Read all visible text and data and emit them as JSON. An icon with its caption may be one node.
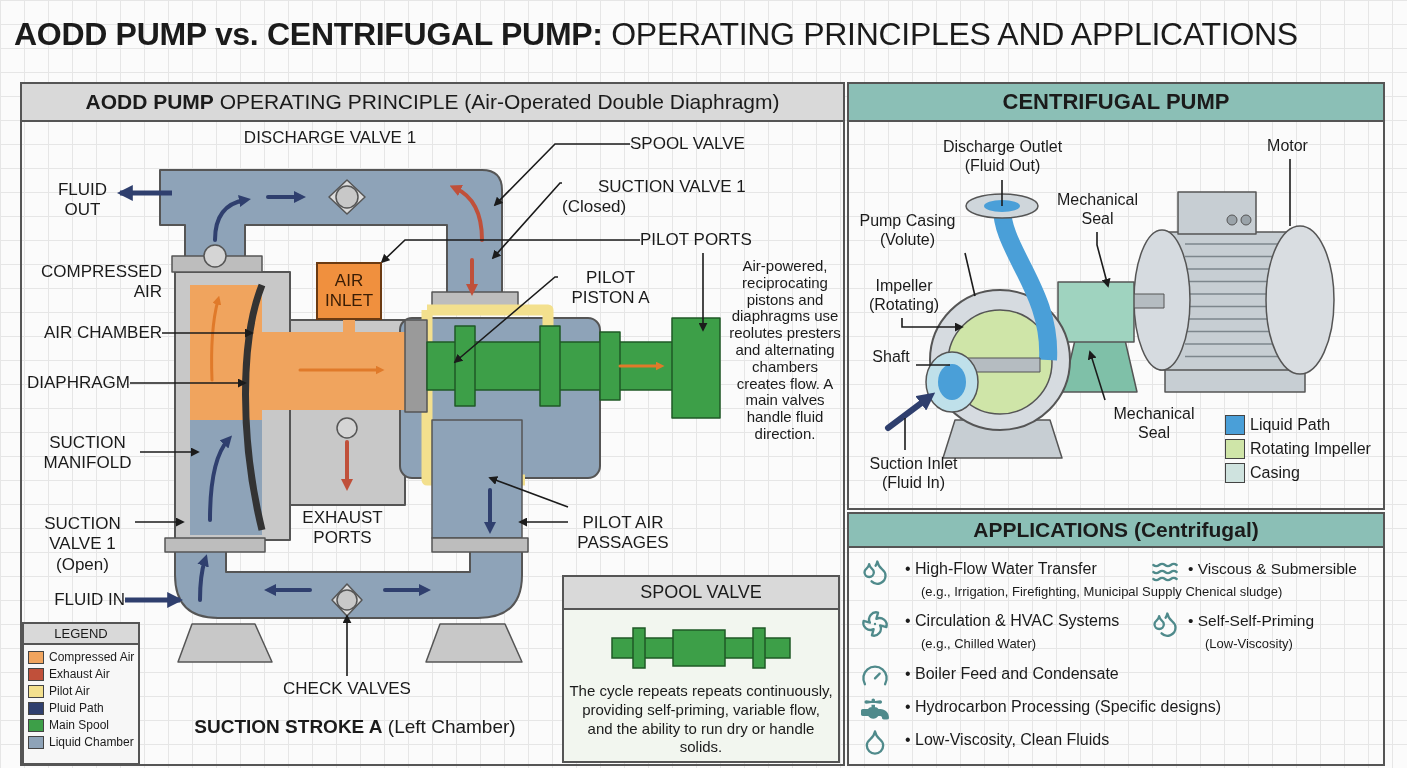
{
  "diagram": {
    "title": "**AODD PUMP vs. CENTRIFUGAL PUMP:** OPERATING PRINCIPLES AND APPLICATIONS",
    "nodes": [
      {
        "text": [
          "**AODD PUMP** OPERATING PRINCIPLE (Air-Operated Double Diaphragm)"
        ]
      },
      {
        "text": [
          "FLUID OUT"
        ],
        "in": 0
      },
      {
        "text": [
          "AIR CHAMBER"
        ],
        "in": 0
      },
      {
        "text": [
          "DIAPHRAGM"
        ],
        "in": 0
      },
      {
        "text": [
          "SUCTION MANIFOLD"
        ],
        "in": 0
      },
      {
        "text": [
          "SUCTION VALVE 1 (Open)"
        ],
        "in": 0
      },
      {
        "text": [
          "FLUID IN"
        ],
        "in": 0
      },
      {
        "text": [
          "SPOOL VALVE"
        ],
        "in": 0
      },
      {
        "text": [
          "SUCTION VALVE 1 (Closed)"
        ],
        "in": 0
      },
      {
        "text": [
          "PILOT PORTS"
        ],
        "in": 0
      },
      {
        "text": [
          "PILOT PISTON A"
        ],
        "in": 0
      },
      {
        "text": [
          "AIR INLET"
        ],
        "in": 0
      },
      {
        "text": [
          "PILOT AIR PASSAGES"
        ],
        "in": 0
      },
      {
        "text": [
          "CHECK VALVES"
        ],
        "in": 0
      },
      {
        "text": [
          "LEGEND"
        ],
        "in": 0
      },
      {
        "text": [
          "SPOOL VALVE",
          "The cycle repeats repeats continuously, providing self-priming, variable flow, and the ability to run dry or handle solids."
        ],
        "in": 0
      },
      {
        "text": [
          "CENTRIFUGAL PUMP"
        ]
      },
      {
        "text": [
          "Discharge Outlet (Fluid Out)"
        ],
        "in": 16
      },
      {
        "text": [
          "Motor"
        ],
        "in": 16
      },
      {
        "text": [
          "Mechanical Seal"
        ],
        "in": 16
      },
      {
        "text": [
          "Pump Casing (Volute)"
        ],
        "in": 16
      },
      {
        "text": [
          "Impeller (Rotating)"
        ],
        "in": 16
      },
      {
        "text": [
          "Shaft"
        ],
        "in": 16
      },
      {
        "text": [
          "Mechanical Seal"
        ],
        "in": 16
      },
      {
        "text": [
          "Suction Inlet (Fluid In)"
        ],
        "in": 16
      },
      {
        "text": [
          "APPLICATIONS (Centrifugal)",
          "• High-Flow Water Transfer",
          "• Viscous & Submersible",
          "(e.g., Irrigation, Firefighting, Municipal Supply Chenical sludge)",
          "• Circulation & HVAC Systems",
          "• Self-Self-Priming",
          "(e.g., Chilled Water)",
          "(Low-Viscosity)",
          "• Boiler Feed and Condensate",
          "• Hydrocarbon Processing (Specific designs)",
          "• Low-Viscosity, Clean Fluids"
        ]
      }
    ],
    "edges": [
      {
        "from": null,
        "to": 1,
        "arrow": "to",
        "style": "thick",
        "color": "#2f3f6e"
      },
      {
        "from": 2,
        "to": null,
        "arrow": "to"
      },
      {
        "from": 3,
        "to": null,
        "arrow": "to"
      },
      {
        "from": 4,
        "to": null,
        "arrow": "to"
      },
      {
        "from": 5,
        "to": null,
        "arrow": "to"
      },
      {
        "from": 6,
        "to": null,
        "arrow": "to",
        "style": "thick",
        "color": "#2f3f6e"
      },
      {
        "from": 7,
        "to": null,
        "arrow": "to"
      },
      {
        "from": 8,
        "to": null,
        "arrow": "to"
      },
      {
        "from": 9,
        "to": 11,
        "arrow": "to"
      },
      {
        "from": 9,
        "to": null,
        "arrow": "to"
      },
      {
        "from": 10,
        "to": null,
        "arrow": "to"
      },
      {
        "from": 12,
        "to": null,
        "arrow": "to"
      },
      {
        "from": 12,
        "to": null,
        "arrow": "to"
      },
      {
        "from": 13,
        "to": null,
        "arrow": "to"
      },
      {
        "from": 17,
        "to": null,
        "arrow": "none"
      },
      {
        "from": 18,
        "to": null,
        "arrow": "none"
      },
      {
        "from": 19,
        "to": null,
        "arrow": "to"
      },
      {
        "from": 20,
        "to": null,
        "arrow": "none"
      },
      {
        "from": 21,
        "to": null,
        "arrow": "to"
      },
      {
        "from": 22,
        "to": null,
        "arrow": "none"
      },
      {
        "from": 23,
        "to": null,
        "arrow": "to"
      },
      {
        "from": 24,
        "to": null,
        "arrow": "none"
      }
    ],
    "labels": [
      "DISCHARGE VALVE 1",
      "COMPRESSED AIR",
      "EXHAUST PORTS",
      "Air-powered, reciprocating pistons and diaphragms use reolutes presters and alternating chambers creates flow. A main valves handle fluid direction.",
      "**SUCTION STROKE A** (Left Chamber)"
    ],
    "legend": [
      {
        "text": "Compressed Air",
        "color": "#f0a45e"
      },
      {
        "text": "Exhaust Air",
        "color": "#c0503a"
      },
      {
        "text": "Pilot Air",
        "color": "#f3e08e"
      },
      {
        "text": "Pluid Path",
        "color": "#2f3f6e"
      },
      {
        "text": "Main Spool",
        "color": "#3d9f48"
      },
      {
        "text": "Liquid Chamber",
        "color": "#8ea3b8"
      },
      {
        "text": "Liquid Path",
        "color": "#4a9fd8"
      },
      {
        "text": "Rotating Impeller",
        "color": "#cfe5a8"
      },
      {
        "text": "Casing",
        "color": "#cfe3df"
      }
    ]
  }
}
